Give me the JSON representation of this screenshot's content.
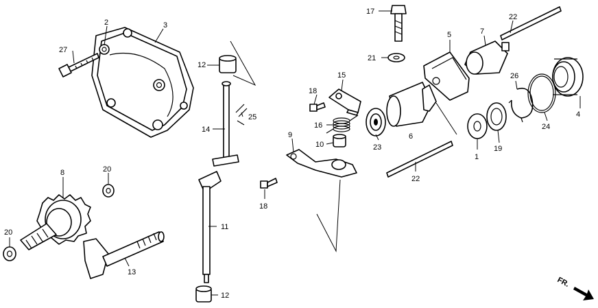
{
  "callouts": [
    {
      "id": "c2",
      "label": "2"
    },
    {
      "id": "c3",
      "label": "3"
    },
    {
      "id": "c27",
      "label": "27"
    },
    {
      "id": "c12a",
      "label": "12"
    },
    {
      "id": "c14",
      "label": "14"
    },
    {
      "id": "c25",
      "label": "25"
    },
    {
      "id": "c8",
      "label": "8"
    },
    {
      "id": "c20a",
      "label": "20"
    },
    {
      "id": "c20b",
      "label": "20"
    },
    {
      "id": "c13",
      "label": "13"
    },
    {
      "id": "c11",
      "label": "11"
    },
    {
      "id": "c12b",
      "label": "12"
    },
    {
      "id": "c18a",
      "label": "18"
    },
    {
      "id": "c15",
      "label": "15"
    },
    {
      "id": "c16",
      "label": "16"
    },
    {
      "id": "c10",
      "label": "10"
    },
    {
      "id": "c9",
      "label": "9"
    },
    {
      "id": "c18b",
      "label": "18"
    },
    {
      "id": "c17",
      "label": "17"
    },
    {
      "id": "c21",
      "label": "21"
    },
    {
      "id": "c5",
      "label": "5"
    },
    {
      "id": "c7",
      "label": "7"
    },
    {
      "id": "c22a",
      "label": "22"
    },
    {
      "id": "c23",
      "label": "23"
    },
    {
      "id": "c6",
      "label": "6"
    },
    {
      "id": "c22b",
      "label": "22"
    },
    {
      "id": "c26",
      "label": "26"
    },
    {
      "id": "c1",
      "label": "1"
    },
    {
      "id": "c19",
      "label": "19"
    },
    {
      "id": "c24",
      "label": "24"
    },
    {
      "id": "c4",
      "label": "4"
    }
  ],
  "direction_marker": {
    "label": "FR.",
    "icon": "direction-arrow-icon"
  }
}
